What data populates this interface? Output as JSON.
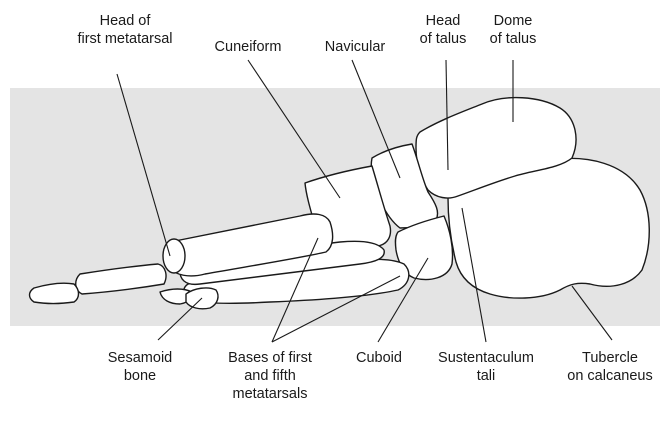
{
  "diagram": {
    "background_band_color": "#e4e4e4",
    "bone_fill": "#ffffff",
    "outline_color": "#1a1a1a",
    "labels": {
      "head_first_metatarsal": [
        "Head of",
        "first metatarsal"
      ],
      "cuneiform": [
        "Cuneiform"
      ],
      "navicular": [
        "Navicular"
      ],
      "head_talus": [
        "Head",
        "of talus"
      ],
      "dome_talus": [
        "Dome",
        "of talus"
      ],
      "sesamoid": [
        "Sesamoid",
        "bone"
      ],
      "bases_metatarsals": [
        "Bases of first",
        "and fifth",
        "metatarsals"
      ],
      "cuboid": [
        "Cuboid"
      ],
      "sustentaculum": [
        "Sustentaculum",
        "tali"
      ],
      "tubercle": [
        "Tubercle",
        "on calcaneus"
      ]
    }
  }
}
